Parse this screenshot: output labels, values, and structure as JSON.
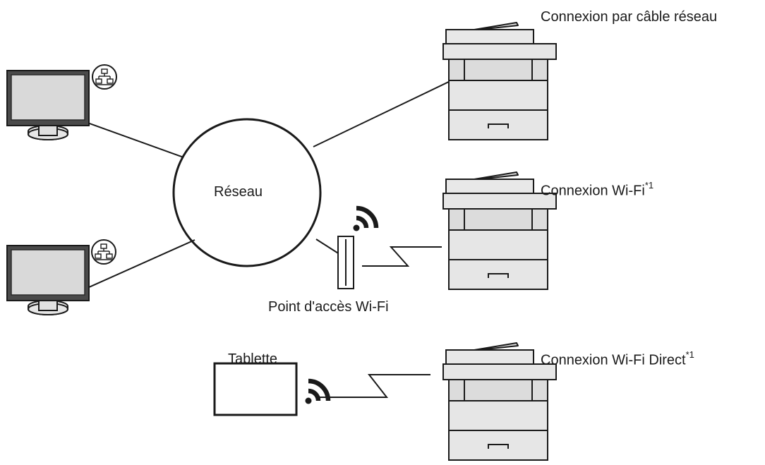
{
  "diagram": {
    "network_label": "Réseau",
    "access_point_label": "Point d'accès Wi-Fi",
    "tablet_label": "Tablette",
    "connections": {
      "wired": {
        "label": "Connexion par câble réseau"
      },
      "wifi": {
        "label": "Connexion Wi-Fi",
        "note_marker": "*1"
      },
      "wifi_direct": {
        "label": "Connexion Wi-Fi Direct",
        "note_marker": "*1"
      }
    }
  },
  "colors": {
    "line": "#1a1a1a",
    "device_body": "#e6e6e6",
    "screen": "#d9d9d9",
    "monitor_frame": "#4a4a4a",
    "background": "#ffffff"
  },
  "icons": [
    "monitor-icon",
    "network-symbol-icon",
    "printer-icon",
    "wifi-icon",
    "access-point-icon",
    "tablet-icon",
    "wireless-link-icon"
  ]
}
